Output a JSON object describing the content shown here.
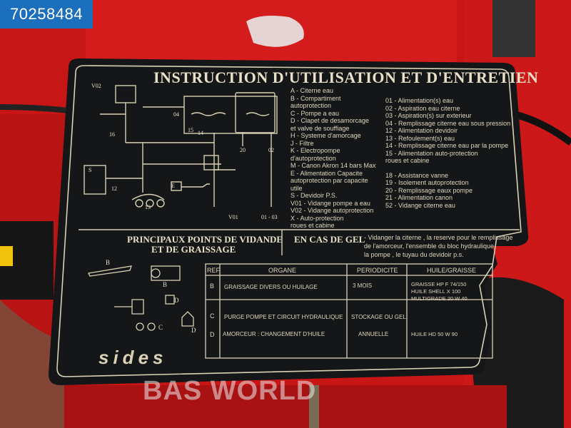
{
  "badge": {
    "id": "70258484"
  },
  "plate": {
    "title": "INSTRUCTION D'UTILISATION ET D'ENTRETIEN",
    "legend_left": [
      "A   - Citerne eau",
      "B   - Compartiment",
      "          autoprotection",
      "C   - Pompe a eau",
      "D   - Clapet de desamorcage",
      "          et valve de souffiage",
      "H   - Systeme d'amorcage",
      "J   - Filtre",
      "K   - Electropompe",
      "          d'autoprotection",
      "M   - Canon Akron 14 bars Max",
      "E   - Alimentation Capacite",
      "          autoprotection par capacite",
      "          utile",
      "S   - Devidoir P.S.",
      "V01 - Vidange pompe a eau",
      "V02 - Vidange autoprotection",
      "X   - Auto-protection",
      "          roues et cabine"
    ],
    "legend_right": [
      "01   - Alimentation(s) eau",
      "02   - Aspiration eau citerne",
      "03   - Aspiration(s) sur exterieur",
      "04   - Remplissage citerne eau sous pression",
      "12   - Alimentation devidoir",
      "13   - Refoulement(s) eau",
      "14   - Remplissage citerne eau par la pompe",
      "15   - Alimentation auto-protection",
      "             roues et cabine",
      "18   - Assistance vanne",
      "19   - Isolement autoprotection",
      "20   - Remplissage eaux pompe",
      "21   - Alimentation canon",
      "52   - Vidange citerne eau"
    ],
    "section_left": [
      "PRINCIPAUX POINTS DE VIDANDE",
      "ET DE GRAISSAGE"
    ],
    "section_gel_title": "EN CAS DE GEL",
    "section_gel_text": [
      "- Vidanger la citerne , la reserve pour le remplissage",
      "  de l'amorceur, l'ensemble du bloc hydraulique,",
      "  la pompe , le tuyau du devidoir p.s."
    ],
    "table": {
      "headers": [
        "REF",
        "ORGANE",
        "PERIODICITE",
        "HUILE/GRAISSE"
      ],
      "rows": [
        {
          "ref": "B",
          "organe": "GRAISSAGE DIVERS OU HUILAGE",
          "periodicite": "3 MOIS",
          "huile": [
            "GRAISSE HP F 74/150",
            "HUILE SHELL X 100",
            "MULTIGRADE 20 W 40"
          ]
        },
        {
          "ref": "C",
          "organe": "PURGE POMPE ET CIRCUIT HYDRAULIQUE",
          "periodicite": "STOCKAGE OU GEL",
          "huile": []
        },
        {
          "ref": "D",
          "organe": "AMORCEUR : CHANGEMENT D'HUILE",
          "periodicite": "ANNUELLE",
          "huile": [
            "HUILE HD 50 W 90"
          ]
        }
      ]
    },
    "diagram_labels": [
      "V02",
      "04",
      "16",
      "13",
      "12",
      "15",
      "14",
      "20",
      "02",
      "V01",
      "01 - 03",
      "S",
      "E"
    ],
    "small_labels": [
      "B",
      "B",
      "D",
      "C",
      "D"
    ],
    "brand": "sides"
  },
  "watermark": "BAS WORLD",
  "colors": {
    "truck_red": "#c81616",
    "plate_black": "#151618",
    "print_cream": "#e8e0c8",
    "badge_blue": "#1c6fbd"
  }
}
